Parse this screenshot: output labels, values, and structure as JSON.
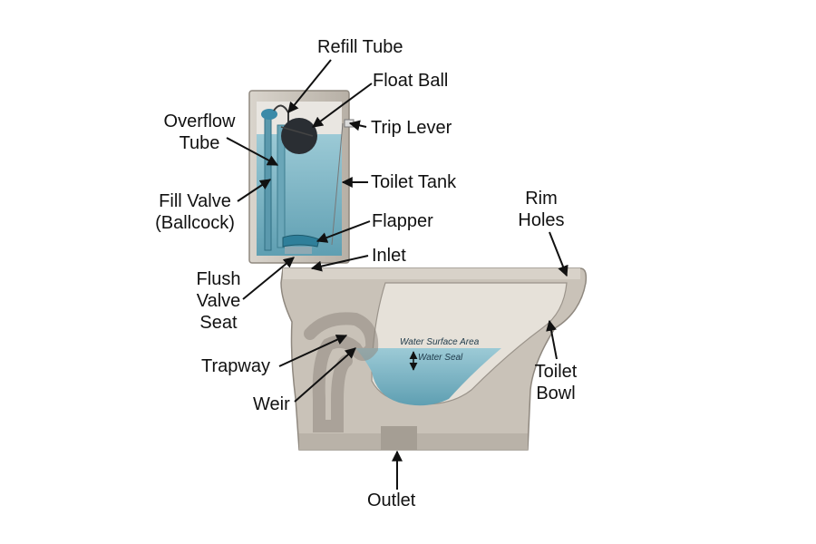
{
  "labels": {
    "refill_tube": "Refill Tube",
    "float_ball": "Float Ball",
    "trip_lever": "Trip Lever",
    "overflow_tube": [
      "Overflow",
      "Tube"
    ],
    "toilet_tank": "Toilet Tank",
    "fill_valve": [
      "Fill Valve",
      "(Ballcock)"
    ],
    "flapper": "Flapper",
    "inlet": "Inlet",
    "rim_holes": [
      "Rim",
      "Holes"
    ],
    "flush_valve_seat": [
      "Flush",
      "Valve",
      "Seat"
    ],
    "trapway": "Trapway",
    "weir": "Weir",
    "toilet_bowl": [
      "Toilet",
      "Bowl"
    ],
    "outlet": "Outlet",
    "water_surface_area": "Water Surface Area",
    "water_seal": "Water Seal"
  },
  "colors": {
    "porcelain": "#c9c2b8",
    "porcelain_dark": "#9a938a",
    "water": "#7fb4c4",
    "water_dark": "#4d8fa3",
    "arrow": "#111111"
  }
}
